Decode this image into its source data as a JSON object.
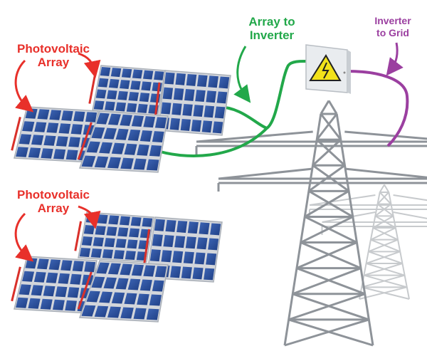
{
  "labels": {
    "pv_top_line1": "Photovoltaic",
    "pv_top_line2": "Array",
    "pv_bottom_line1": "Photovoltaic",
    "pv_bottom_line2": "Array",
    "array_to_inverter_line1": "Array to",
    "array_to_inverter_line2": "Inverter",
    "inverter_to_grid_line1": "Inverter",
    "inverter_to_grid_line2": "to Grid"
  },
  "colors": {
    "pv_label": "#e8302a",
    "array_wire": "#22a84a",
    "grid_wire": "#9b3fa0",
    "panel_cell": "#2a4f9a",
    "panel_frame": "#c9ccd2",
    "tower": "#9a9ea4",
    "warning": "#f2e21a"
  },
  "icons": {
    "inverter": "inverter-box-warning-icon",
    "tower": "transmission-tower-icon",
    "panel": "solar-panel-icon"
  }
}
